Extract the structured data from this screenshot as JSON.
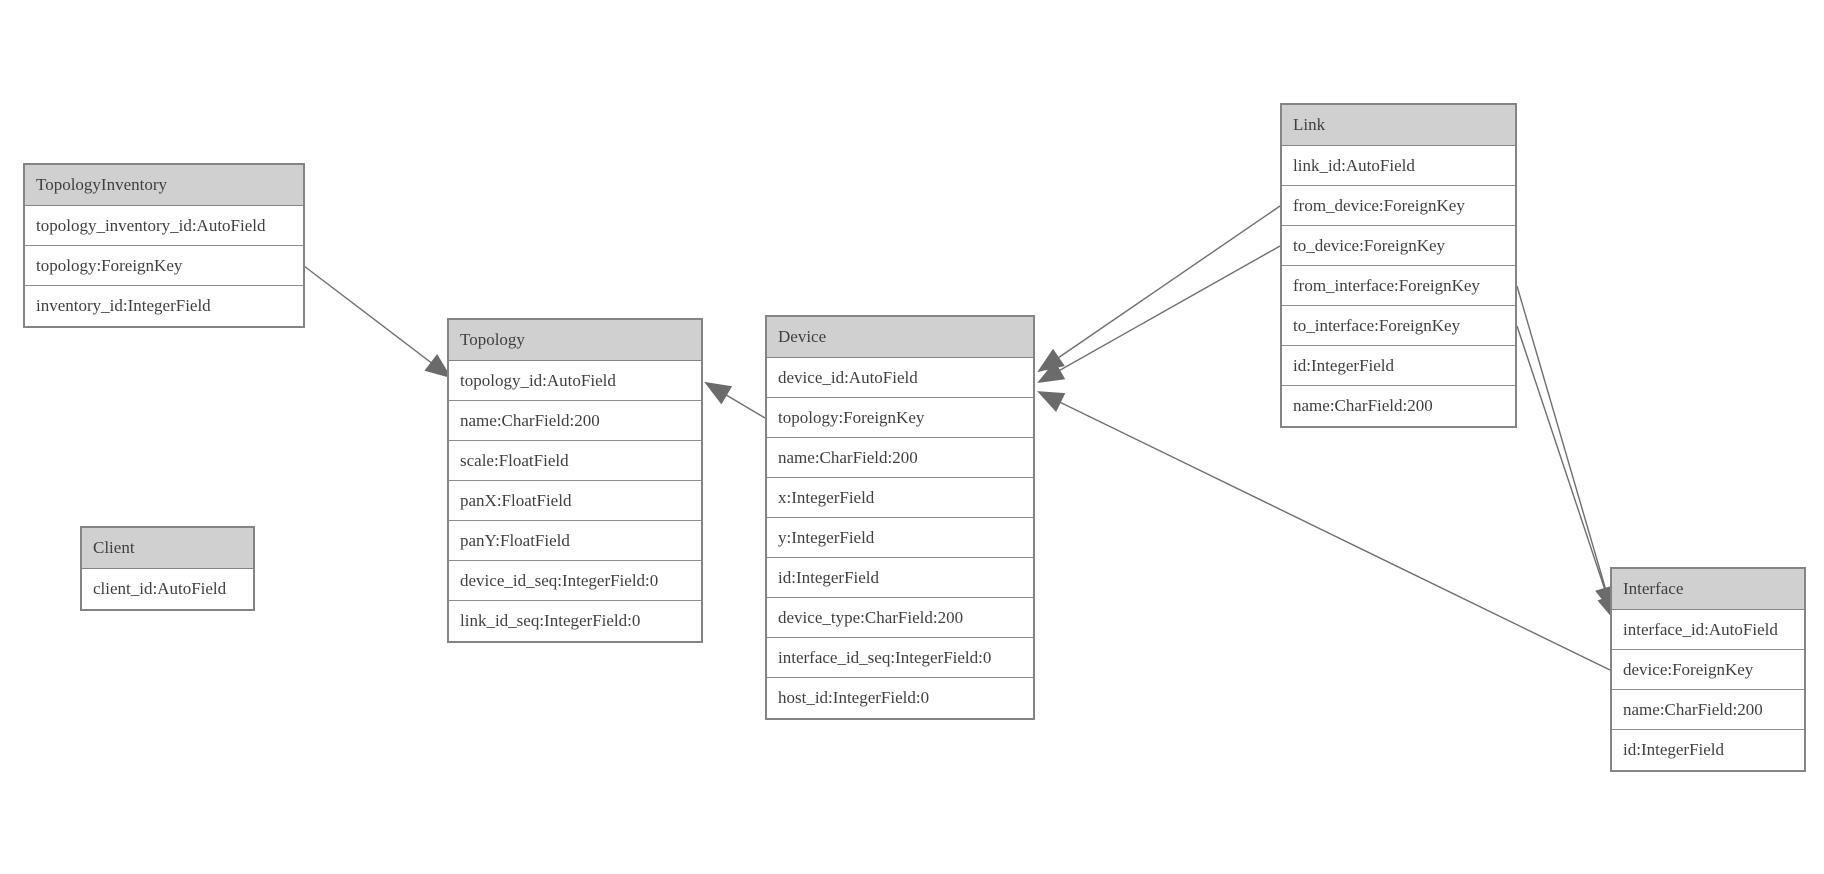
{
  "diagram_type": "entity-relationship-model",
  "colors": {
    "background": "#ffffff",
    "header_fill": "#d0d0d0",
    "table_border": "#848484",
    "row_divider": "#8d8d8d",
    "edge_line": "#6e6e6e",
    "arrowhead": "#6b6b6b",
    "text": "#3f3f3f"
  },
  "tables": [
    {
      "name": "TopologyInventory",
      "fields": [
        "topology_inventory_id:AutoField",
        "topology:ForeignKey",
        "inventory_id:IntegerField"
      ]
    },
    {
      "name": "Topology",
      "fields": [
        "topology_id:AutoField",
        "name:CharField:200",
        "scale:FloatField",
        "panX:FloatField",
        "panY:FloatField",
        "device_id_seq:IntegerField:0",
        "link_id_seq:IntegerField:0"
      ]
    },
    {
      "name": "Client",
      "fields": [
        "client_id:AutoField"
      ]
    },
    {
      "name": "Device",
      "fields": [
        "device_id:AutoField",
        "topology:ForeignKey",
        "name:CharField:200",
        "x:IntegerField",
        "y:IntegerField",
        "id:IntegerField",
        "device_type:CharField:200",
        "interface_id_seq:IntegerField:0",
        "host_id:IntegerField:0"
      ]
    },
    {
      "name": "Link",
      "fields": [
        "link_id:AutoField",
        "from_device:ForeignKey",
        "to_device:ForeignKey",
        "from_interface:ForeignKey",
        "to_interface:ForeignKey",
        "id:IntegerField",
        "name:CharField:200"
      ]
    },
    {
      "name": "Interface",
      "fields": [
        "interface_id:AutoField",
        "device:ForeignKey",
        "name:CharField:200",
        "id:IntegerField"
      ]
    }
  ],
  "edges": [
    {
      "from": "TopologyInventory.topology",
      "to": "Topology.topology_id",
      "arrow_at": "Topology"
    },
    {
      "from": "Device.topology",
      "to": "Topology.topology_id",
      "arrow_at": "Topology"
    },
    {
      "from": "Link.from_device",
      "to": "Device.device_id",
      "arrow_at": "Device"
    },
    {
      "from": "Link.to_device",
      "to": "Device.device_id",
      "arrow_at": "Device"
    },
    {
      "from": "Interface.device",
      "to": "Device.device_id",
      "arrow_at": "Device"
    },
    {
      "from": "Link.from_interface",
      "to": "Interface.interface_id",
      "arrow_at": "Interface"
    },
    {
      "from": "Link.to_interface",
      "to": "Interface.interface_id",
      "arrow_at": "Interface"
    }
  ]
}
